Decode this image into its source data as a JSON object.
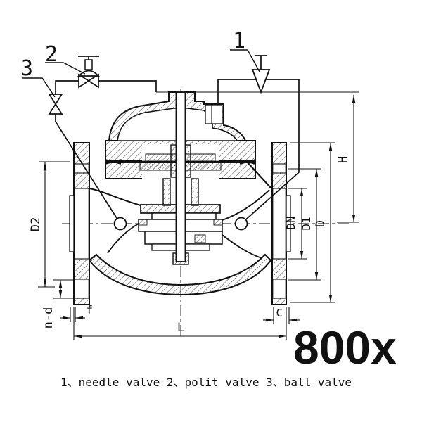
{
  "drawing": {
    "model_label": "800x",
    "caption": "1、needle valve 2、polit valve  3、ball valve",
    "callouts": {
      "needle_valve": "1",
      "pilot_valve": "2",
      "ball_valve": "3"
    },
    "dims": {
      "height": "H",
      "flange_od": "D",
      "bolt_circle": "D1",
      "nominal_bore": "DN",
      "body_od": "D2",
      "face_to_face": "L",
      "raised_face": "f",
      "flange_thickness": "C",
      "bolt_holes": "n-d"
    },
    "colors": {
      "ink": "#111111",
      "paper": "#ffffff"
    }
  }
}
